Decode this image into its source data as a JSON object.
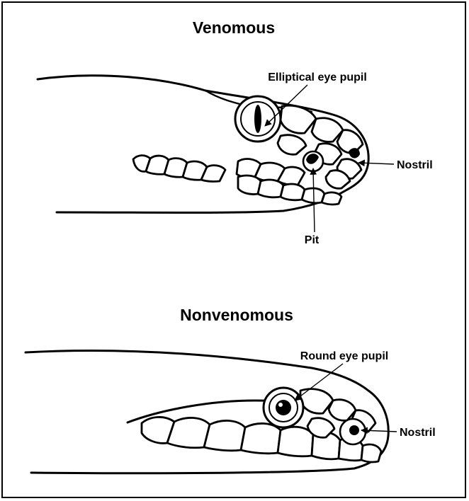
{
  "venomous": {
    "title": "Venomous",
    "labels": {
      "eye": "Elliptical eye pupil",
      "nostril": "Nostril",
      "pit": "Pit"
    }
  },
  "nonvenomous": {
    "title": "Nonvenomous",
    "labels": {
      "eye": "Round eye pupil",
      "nostril": "Nostril"
    }
  }
}
